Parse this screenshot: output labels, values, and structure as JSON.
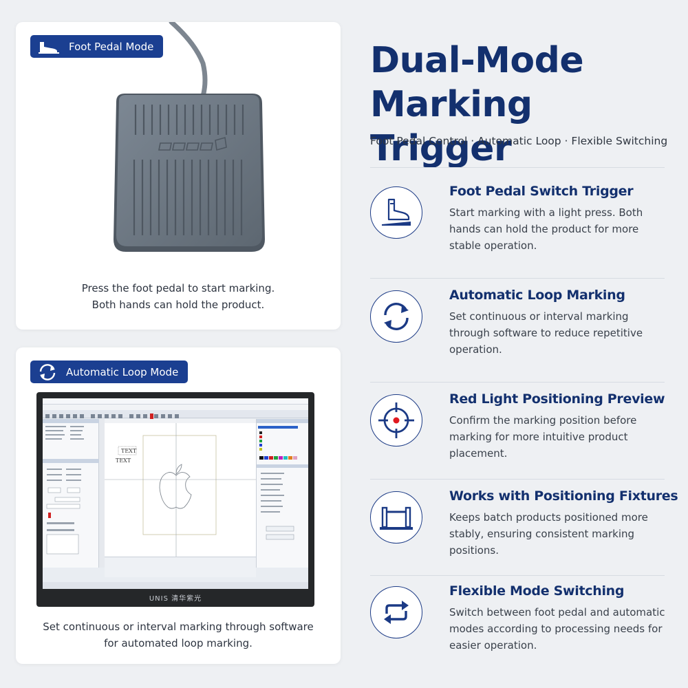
{
  "pedal_card": {
    "badge": "Foot Pedal Mode",
    "caption_line1": "Press the foot pedal to start marking.",
    "caption_line2": "Both hands can hold the product."
  },
  "loop_card": {
    "badge": "Automatic Loop Mode",
    "caption_line1": "Set continuous or interval marking through software",
    "caption_line2": "for automated loop marking.",
    "monitor_brand": "UNIS 清华紫光",
    "screen_text_1": "TEXT",
    "screen_text_2": "TEXT"
  },
  "header": {
    "title_line1": "Dual-Mode",
    "title_line2": "Marking Trigger",
    "subtitle": "Foot Pedal Control · Automatic Loop · Flexible Switching"
  },
  "features": [
    {
      "icon": "foot-pedal-icon",
      "title": "Foot Pedal Switch Trigger",
      "desc": "Start marking with a light press. Both hands can hold the product for more stable operation."
    },
    {
      "icon": "loop-arrows-icon",
      "title": "Automatic Loop Marking",
      "desc": "Set continuous or interval marking through software to reduce repetitive operation."
    },
    {
      "icon": "crosshair-icon",
      "title": "Red Light Positioning Preview",
      "desc": "Confirm the marking position before marking for more intuitive product placement."
    },
    {
      "icon": "fixture-icon",
      "title": "Works with Positioning Fixtures",
      "desc": "Keeps batch products positioned more stably, ensuring consistent marking positions."
    },
    {
      "icon": "switch-arrows-icon",
      "title": "Flexible Mode Switching",
      "desc": "Switch between foot pedal and automatic modes according to processing needs for easier operation."
    }
  ],
  "colors": {
    "navy": "#13306e",
    "badge_blue": "#1b3f91",
    "accent_red": "#e0191f",
    "pedal_gray": "#6f7a86"
  }
}
